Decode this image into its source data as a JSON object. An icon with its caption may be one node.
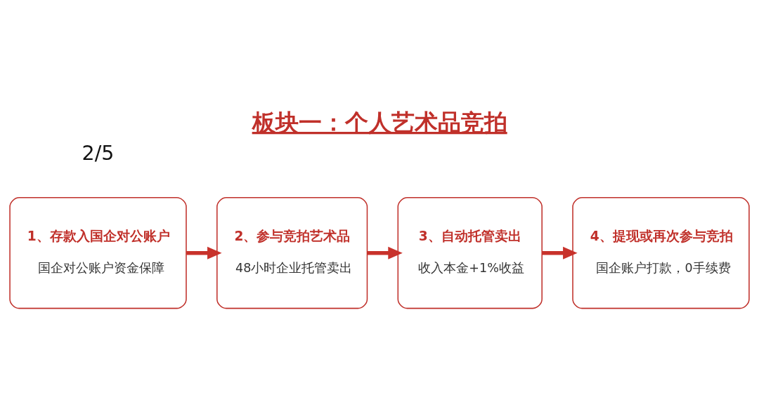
{
  "diagram": {
    "title": "板块一：个人艺术品竞拍",
    "nodes": [
      {
        "text": [
          "1、存款入国企对公账户",
          "国企对公账户资金保障"
        ]
      },
      {
        "text": [
          "2、参与竞拍艺术品",
          "48小时企业托管卖出"
        ]
      },
      {
        "text": [
          "3、自动托管卖出",
          "收入本金+1%收益"
        ]
      },
      {
        "text": [
          "4、提现或再次参与竞拍",
          "国企账户打款，0手续费"
        ]
      }
    ],
    "edges": [
      {
        "from": 0,
        "to": 1,
        "arrow": "to"
      },
      {
        "from": 1,
        "to": 2,
        "arrow": "to"
      },
      {
        "from": 2,
        "to": 3,
        "arrow": "to"
      }
    ],
    "labels": [
      "2/5"
    ]
  }
}
